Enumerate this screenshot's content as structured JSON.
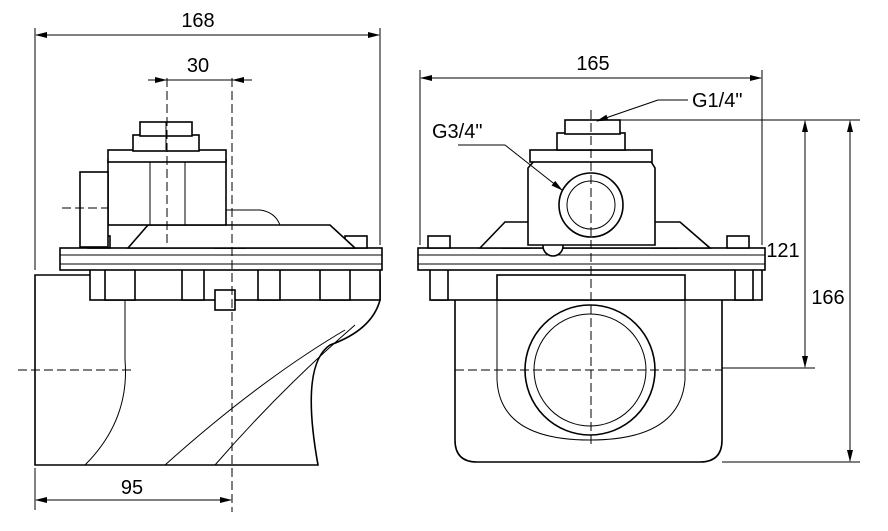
{
  "dimensions": {
    "overall_width_side": "168",
    "pilot_offset": "30",
    "inlet_to_center": "95",
    "overall_width_front": "165",
    "center_height": "121",
    "overall_height": "166"
  },
  "callouts": {
    "pilot_port": "G1/4\"",
    "main_port": "G3/4\""
  }
}
